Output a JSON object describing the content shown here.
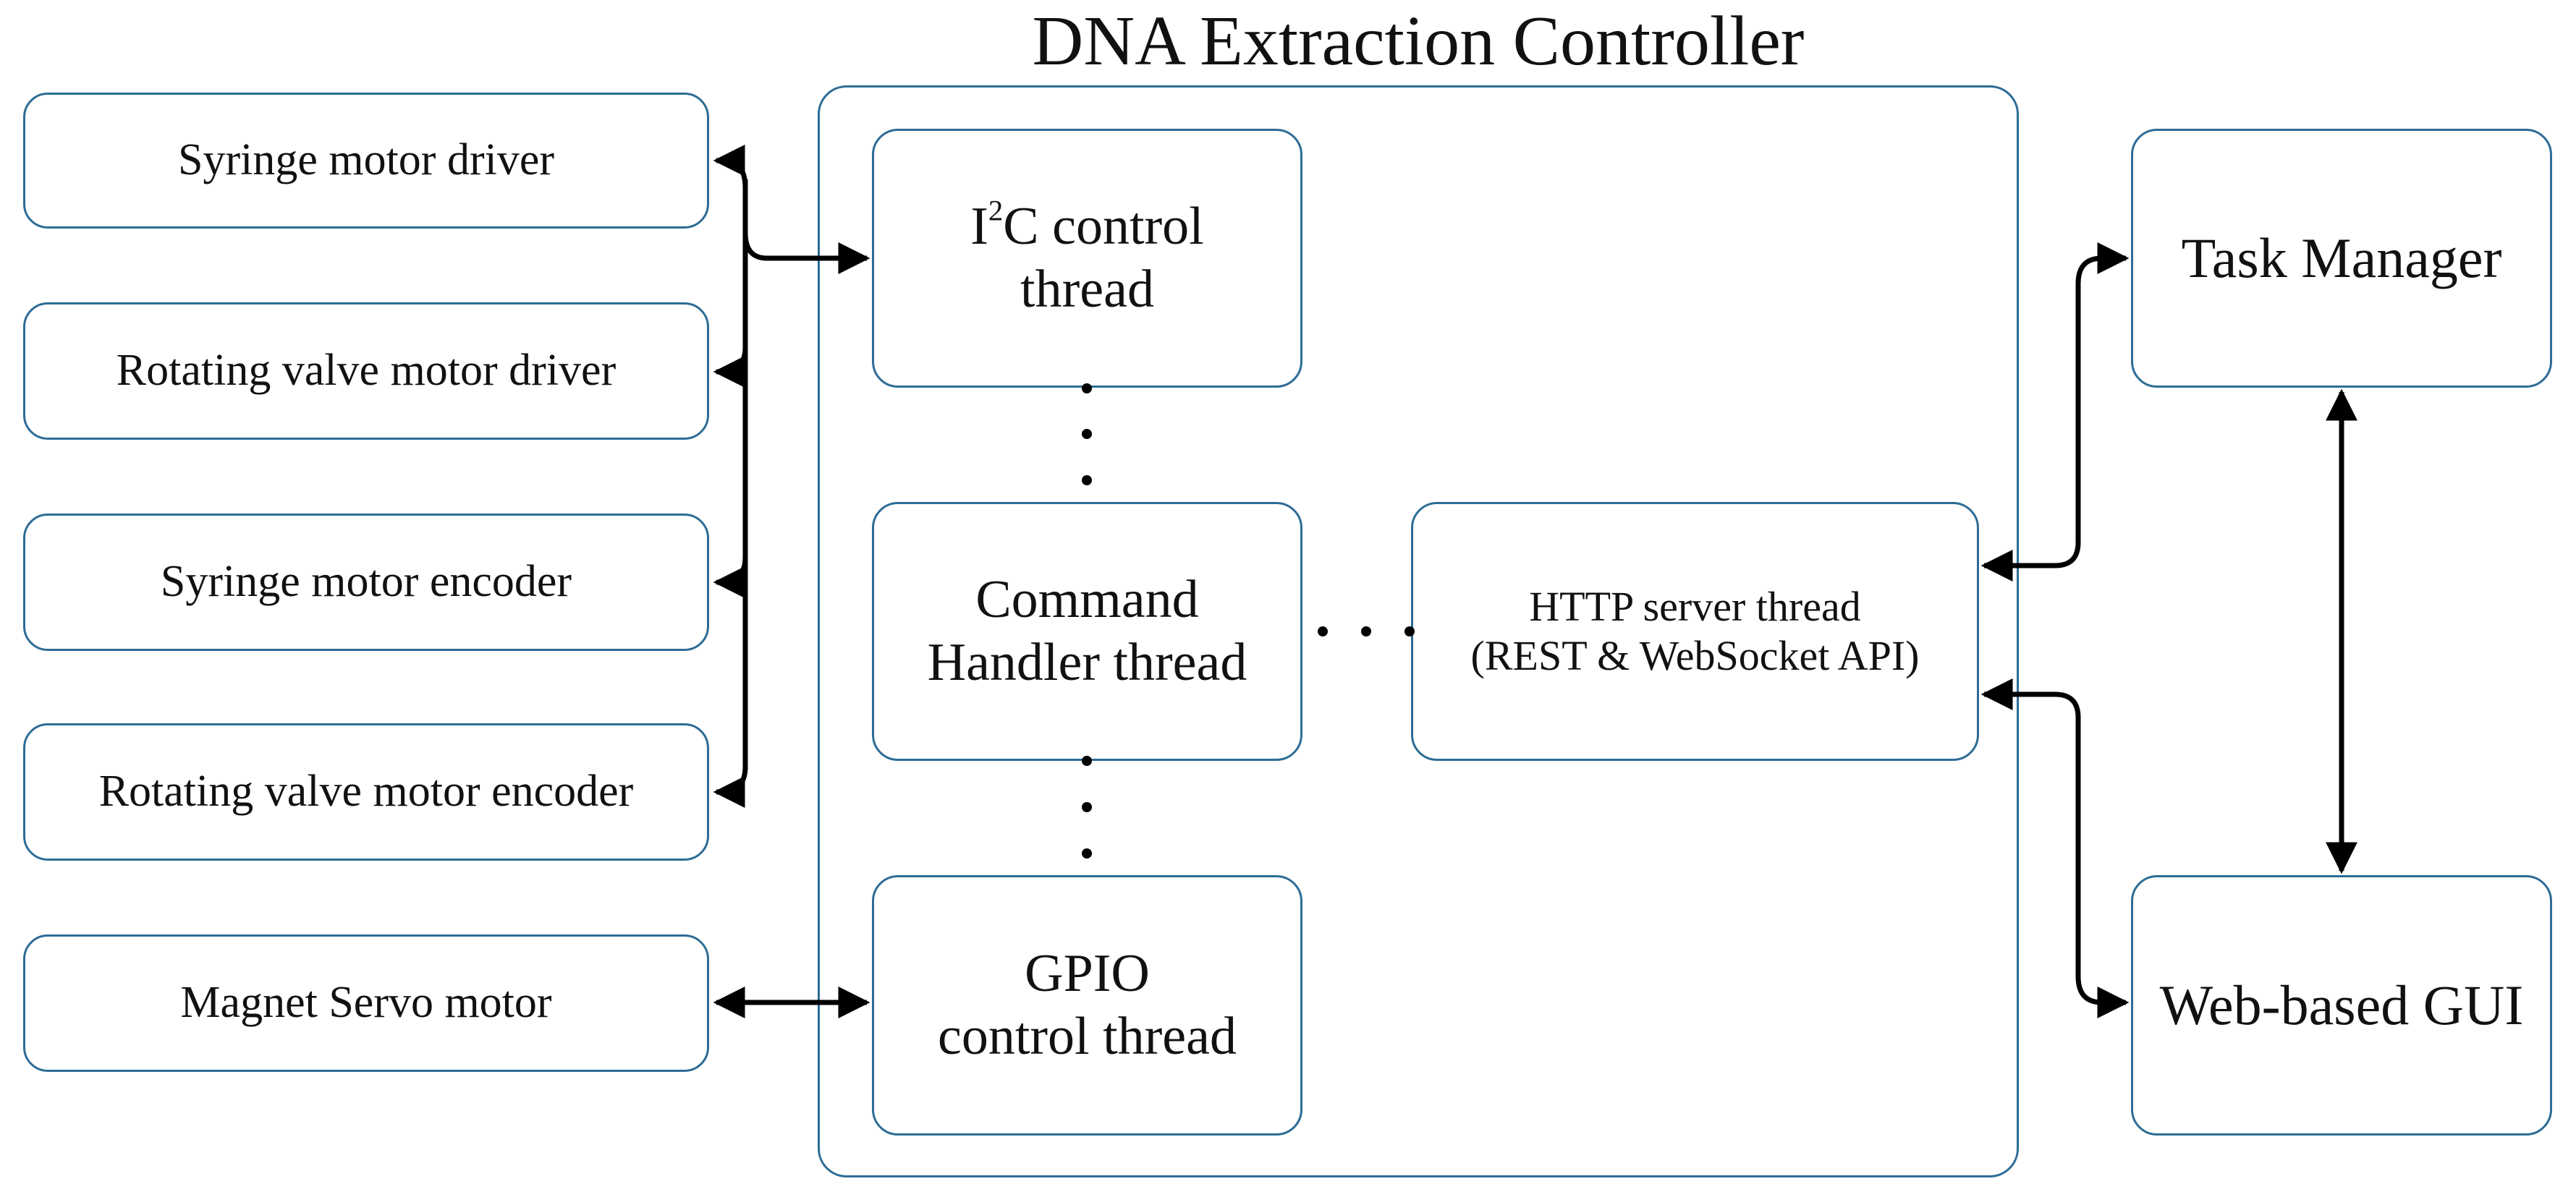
{
  "controller": {
    "title": "DNA Extraction Controller"
  },
  "peripherals": [
    {
      "label": "Syringe motor driver"
    },
    {
      "label": "Rotating valve motor driver"
    },
    {
      "label": "Syringe motor encoder"
    },
    {
      "label": "Rotating valve motor encoder"
    },
    {
      "label": "Magnet Servo motor"
    }
  ],
  "threads": {
    "i2c": {
      "prefix": "I",
      "superscript": "2",
      "suffix": "C control",
      "line2": "thread"
    },
    "command": {
      "line1": "Command",
      "line2": "Handler thread"
    },
    "gpio": {
      "line1": "GPIO",
      "line2": "control thread"
    },
    "http": {
      "line1": "HTTP server thread",
      "line2": "(REST & WebSocket API)"
    }
  },
  "clients": {
    "task_manager": {
      "label": "Task Manager"
    },
    "web_gui": {
      "label": "Web-based GUI"
    }
  },
  "colors": {
    "box_border": "#2e6c96",
    "connector": "#000000"
  }
}
